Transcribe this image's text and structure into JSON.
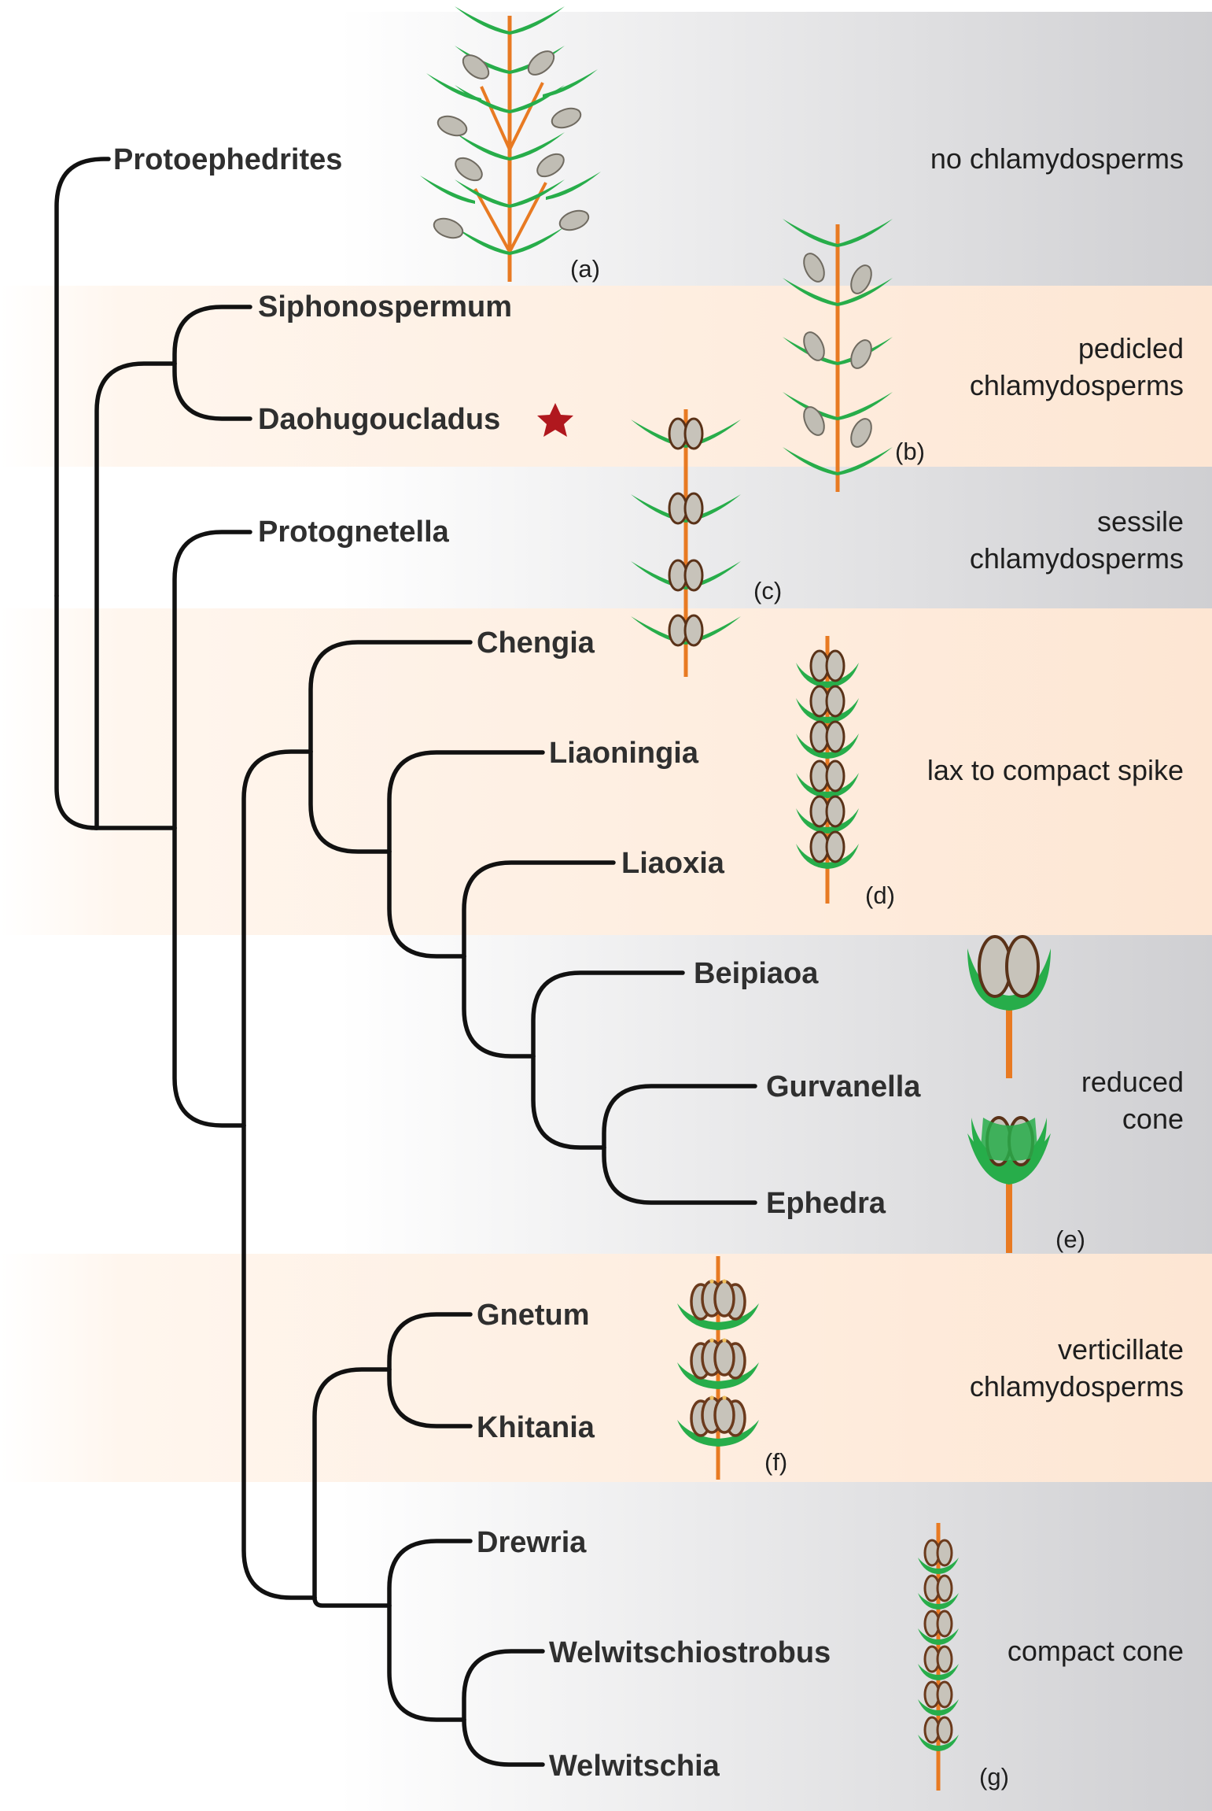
{
  "taxa": {
    "protoephedrites": "Protoephedrites",
    "siphonospermum": "Siphonospermum",
    "daohugoucladus": "Daohugoucladus",
    "protognetella": "Protognetella",
    "chengia": "Chengia",
    "liaoningia": "Liaoningia",
    "liaoxia": "Liaoxia",
    "beipiaoa": "Beipiaoa",
    "gurvanella": "Gurvanella",
    "ephedra": "Ephedra",
    "gnetum": "Gnetum",
    "khitania": "Khitania",
    "drewria": "Drewria",
    "welwitschiostrobus": "Welwitschiostrobus",
    "welwitschia": "Welwitschia"
  },
  "groups": {
    "g1": {
      "line1": "no chlamydosperms"
    },
    "g2": {
      "line1": "pedicled",
      "line2": "chlamydosperms"
    },
    "g3": {
      "line1": "sessile",
      "line2": "chlamydosperms"
    },
    "g4": {
      "line1": "lax to compact spike"
    },
    "g5": {
      "line1": "reduced",
      "line2": "cone"
    },
    "g6": {
      "line1": "verticillate",
      "line2": "chlamydosperms"
    },
    "g7": {
      "line1": "compact cone"
    }
  },
  "panels": {
    "a": "(a)",
    "b": "(b)",
    "c": "(c)",
    "d": "(d)",
    "e": "(e)",
    "f": "(f)",
    "g": "(g)"
  },
  "colors": {
    "band_gray": "#d3d3d6",
    "band_peach": "#fde8d6",
    "stem_orange": "#e87a22",
    "leaf_green": "#27ad4a",
    "seed_gray": "#c0bdb4",
    "seed_outline": "#6b3a1c",
    "star_red": "#b0181e"
  },
  "marker": {
    "icon": "star-icon"
  }
}
